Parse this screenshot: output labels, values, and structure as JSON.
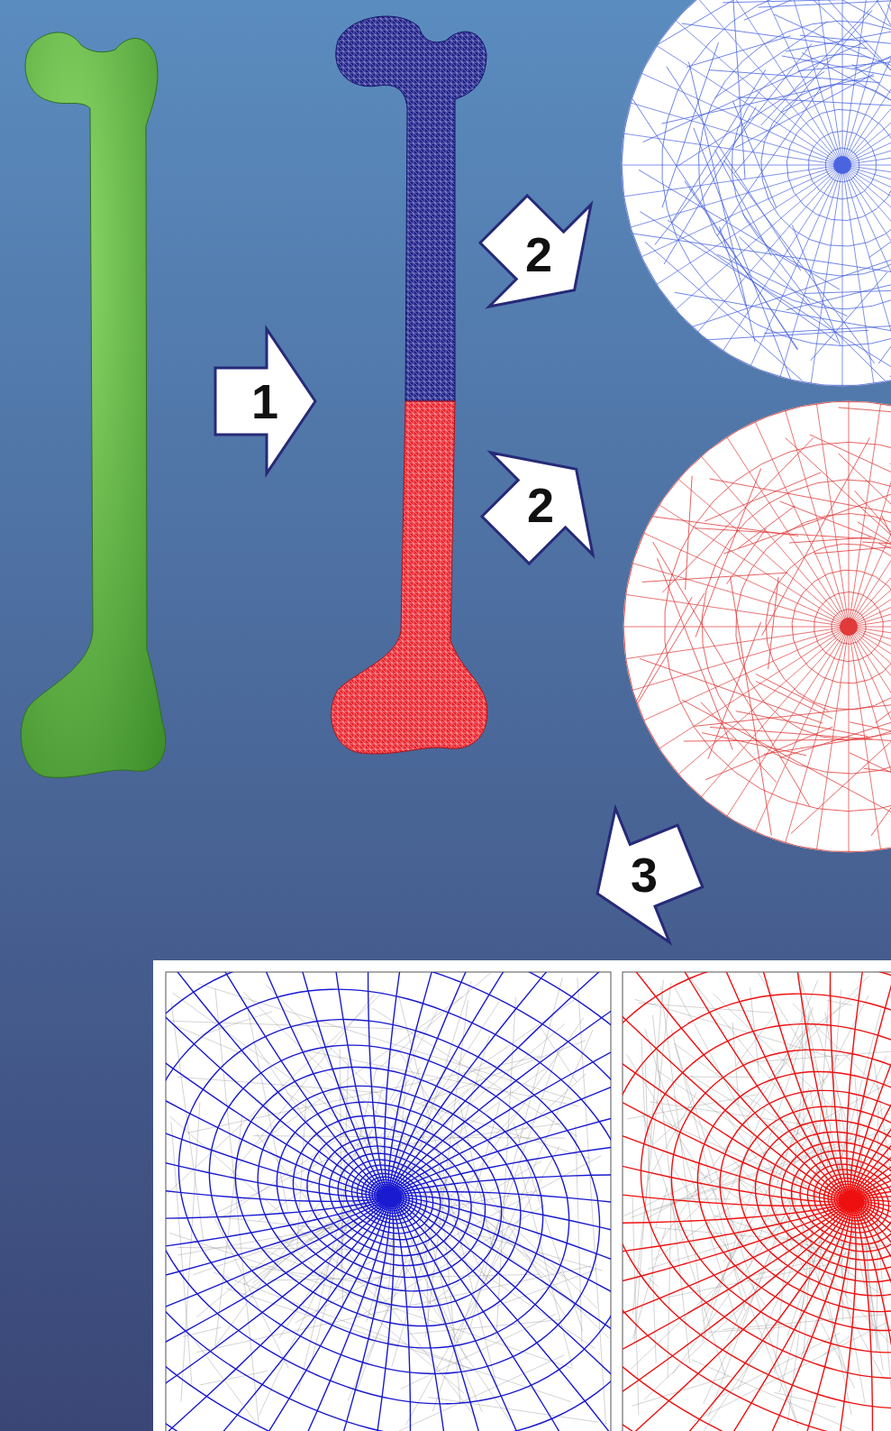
{
  "diagram": {
    "nodes": [
      {
        "text": [
          "1"
        ]
      },
      {
        "text": [
          "2"
        ]
      },
      {
        "text": [
          "2"
        ]
      },
      {
        "text": [
          "3"
        ]
      }
    ]
  }
}
